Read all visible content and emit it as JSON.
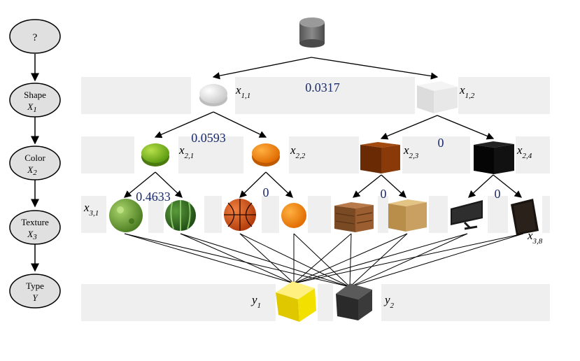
{
  "bn_nodes": [
    {
      "title": "?",
      "var": ""
    },
    {
      "title": "Shape",
      "var": "X1"
    },
    {
      "title": "Color",
      "var": "X2"
    },
    {
      "title": "Texture",
      "var": "X3"
    },
    {
      "title": "Type",
      "var": "Y"
    }
  ],
  "probabilities": {
    "p_shape": "0.0317",
    "p_color_left": "0.0593",
    "p_color_right": "0",
    "p_tex_1": "0.4633",
    "p_tex_2": "0",
    "p_tex_3": "0",
    "p_tex_4": "0"
  },
  "labels": {
    "x11": {
      "base": "x",
      "sub": "1,1"
    },
    "x12": {
      "base": "x",
      "sub": "1,2"
    },
    "x21": {
      "base": "x",
      "sub": "2,1"
    },
    "x22": {
      "base": "x",
      "sub": "2,2"
    },
    "x23": {
      "base": "x",
      "sub": "2,3"
    },
    "x24": {
      "base": "x",
      "sub": "2,4"
    },
    "x31": {
      "base": "x",
      "sub": "3,1"
    },
    "x38": {
      "base": "x",
      "sub": "3,8"
    },
    "y1": {
      "base": "y",
      "sub": "1"
    },
    "y2": {
      "base": "y",
      "sub": "2"
    }
  },
  "colors": {
    "band": "#efefef",
    "node_fill": "#e0e0e0",
    "prob_text": "#1a2a6c",
    "yellow_cube": "#f2e000",
    "dark_cube": "#3a3a3a"
  }
}
